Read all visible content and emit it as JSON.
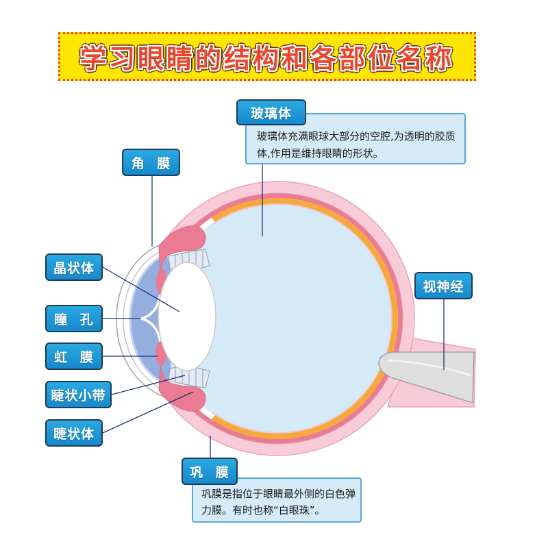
{
  "title": "学习眼睛的结构和各部位名称",
  "labels": {
    "vitreous": "玻璃体",
    "cornea": "角 膜",
    "lens": "晶状体",
    "pupil": "瞳 孔",
    "iris": "虹 膜",
    "zonule": "睫状小带",
    "ciliary_body": "睫状体",
    "optic_nerve": "视神经",
    "sclera": "巩 膜"
  },
  "descriptions": {
    "vitreous": [
      "玻璃体充满眼球大部分的空腔,为透明的胶质",
      "体,作用是维持眼睛的形状。"
    ],
    "sclera": [
      "巩膜是指位于眼睛最外侧的白色弹",
      "力膜。有时也称“白眼珠”。"
    ]
  },
  "colors": {
    "title_text": "#e8452c",
    "banner": "#ffe600",
    "label_box": "#1c9ad8",
    "description_box": "#d5ebf8",
    "sclera": "#f8cbd8",
    "choroid": "#ea7b92",
    "retina": "#f5a93a",
    "vitreous": "#d5eaf7"
  }
}
